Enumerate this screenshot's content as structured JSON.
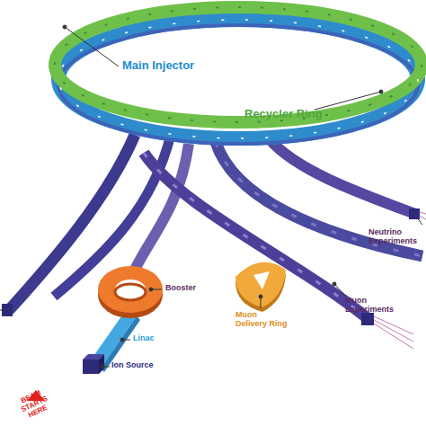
{
  "diagram": {
    "labels": [
      "Main Injector",
      "Recycler Ring",
      "Neutrino Experiments",
      "Booster",
      "Muon Delivery Ring",
      "Linac",
      "Ion Source",
      "Muon Experiments",
      "BEAM STARTS HERE"
    ]
  }
}
